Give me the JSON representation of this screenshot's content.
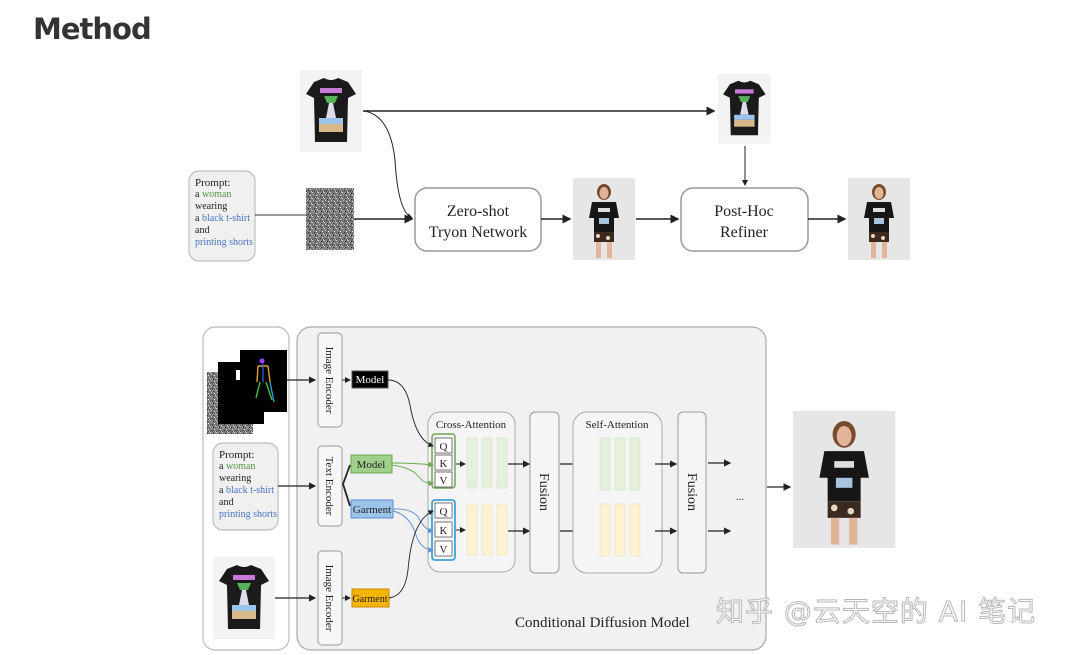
{
  "page": {
    "title": "Method"
  },
  "top_pipeline": {
    "prompt": {
      "header": "Prompt:",
      "lines": [
        {
          "prefix": "a ",
          "highlight": "woman",
          "color": "green"
        },
        {
          "prefix": "wearing",
          "highlight": "",
          "color": ""
        },
        {
          "prefix": "a ",
          "highlight": "black t-shirt",
          "color": "blue"
        },
        {
          "prefix": "and",
          "highlight": "",
          "color": ""
        },
        {
          "prefix": "",
          "highlight": "printing shorts",
          "color": "blue"
        }
      ]
    },
    "tryon_network": [
      "Zero-shot",
      "Tryon Network"
    ],
    "refiner": [
      "Post-Hoc",
      "Refiner"
    ],
    "images": {
      "garment_input": "garment t-shirt image (EXPLORE print)",
      "noise": "gaussian noise image",
      "tryon_output": "model wearing garment (coarse)",
      "garment_ref": "garment t-shirt image",
      "final_output": "refined model wearing garment"
    }
  },
  "bottom_architecture": {
    "prompt": {
      "header": "Prompt:",
      "lines": [
        {
          "prefix": "a ",
          "highlight": "woman",
          "color": "green"
        },
        {
          "prefix": "wearing",
          "highlight": "",
          "color": ""
        },
        {
          "prefix": "a ",
          "highlight": "black t-shirt",
          "color": "blue"
        },
        {
          "prefix": "and",
          "highlight": "",
          "color": ""
        },
        {
          "prefix": "",
          "highlight": "printing shorts",
          "color": "blue"
        }
      ]
    },
    "encoders": {
      "image_encoder_top": "Image Encoder",
      "text_encoder": "Text Encoder",
      "image_encoder_bottom": "Image Encoder"
    },
    "tokens": {
      "model_image": "Model",
      "model_text": "Model",
      "garment_text": "Garment",
      "garment_image": "Garment"
    },
    "cross_attention": {
      "label": "Cross-Attention",
      "qkv": [
        "Q",
        "K",
        "V"
      ]
    },
    "self_attention": {
      "label": "Self-Attention"
    },
    "fusion": "Fusion",
    "ellipsis": "...",
    "container_label": "Conditional Diffusion Model",
    "colors": {
      "model_image_token": "#000000",
      "model_text_token": "#9fcf8a",
      "garment_text_token": "#9dc3e8",
      "garment_image_token": "#f5b400",
      "green_block": "#e4f1dc",
      "yellow_block": "#fdf3d2",
      "qkv_green_border": "#6aa84f",
      "qkv_blue_border": "#3da5d9"
    }
  },
  "watermark": "知乎 @云天空的 AI 笔记"
}
